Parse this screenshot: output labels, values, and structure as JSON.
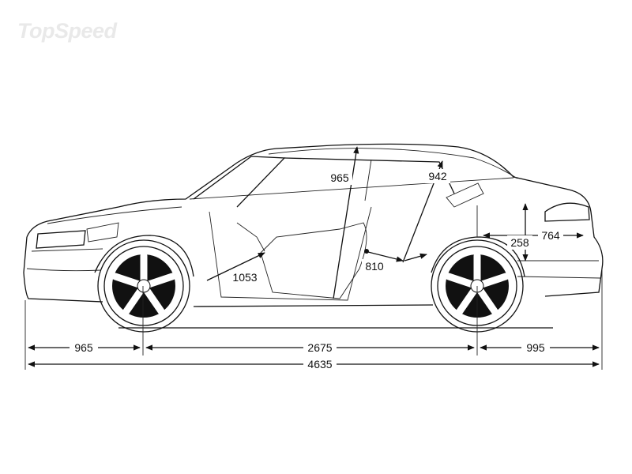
{
  "watermark": "TopSpeed",
  "dimensions": {
    "front_overhang": "965",
    "wheelbase": "2675",
    "rear_overhang": "995",
    "overall_length": "4635",
    "front_headroom": "965",
    "rear_headroom": "942",
    "front_legroom": "1053",
    "rear_legroom": "810",
    "trunk_height": "258",
    "trunk_length": "764"
  }
}
